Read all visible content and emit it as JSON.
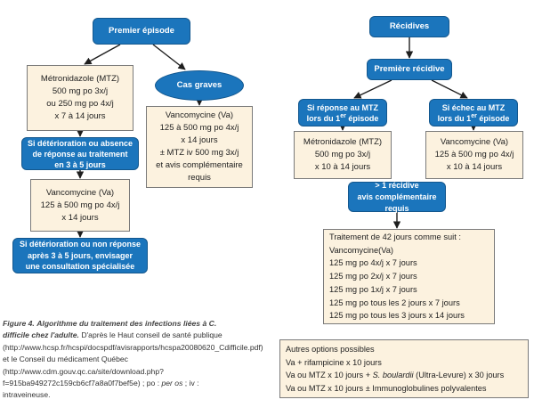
{
  "colors": {
    "blue_box": "#1b75bc",
    "cream_box": "#fcf2df",
    "arrow": "#1e1e1e"
  },
  "left": {
    "premier_episode": "Premier épisode",
    "mtz": [
      "Métronidazole (MTZ)",
      "500 mg po 3x/j",
      "ou 250 mg po 4x/j",
      "x 7 à 14 jours"
    ],
    "cas_graves": "Cas graves",
    "vanco_graves": [
      "Vancomycine (Va)",
      "125 à 500 mg po 4x/j",
      "x 14 jours",
      "± MTZ iv 500 mg 3x/j",
      "et avis complémentaire",
      "requis"
    ],
    "deterioration1": [
      "Si détérioration ou absence",
      "de réponse au traitement",
      "en 3 à 5 jours"
    ],
    "vanco2": [
      "Vancomycine (Va)",
      "125 à 500 mg po 4x/j",
      "x 14 jours"
    ],
    "deterioration2": [
      "Si détérioration ou non réponse",
      "après 3 à 5 jours, envisager",
      "une consultation spécialisée"
    ]
  },
  "right": {
    "recidives": "Récidives",
    "premiere_recidive": "Première récidive",
    "si_reponse": {
      "line1": "Si réponse au MTZ",
      "line2_pre": "lors du 1",
      "line2_sup": "er",
      "line2_post": " épisode"
    },
    "si_echec": {
      "line1": "Si échec au MTZ",
      "line2_pre": "lors du 1",
      "line2_sup": "er",
      "line2_post": " épisode"
    },
    "mtz_recidive": [
      "Métronidazole (MTZ)",
      "500 mg po 3x/j",
      "x 10 à 14 jours"
    ],
    "vanco_recidive": [
      "Vancomycine (Va)",
      "125 à 500 mg po 4x/j",
      "x 10 à 14 jours"
    ],
    "plus_recidive": [
      "> 1 récidive",
      "avis complémentaire requis"
    ],
    "traitement_42": [
      "Traitement de 42 jours comme suit :",
      "Vancomycine(Va)",
      "125 mg po 4x/j x 7 jours",
      "125 mg po 2x/j x 7 jours",
      "125 mg po 1x/j x 7 jours",
      "125 mg po tous les 2 jours x 7 jours",
      "125 mg po tous les 3 jours x 14 jours"
    ],
    "autres_options": {
      "l1": "Autres options possibles",
      "l2": "Va + rifampicine x 10 jours",
      "l3_pre": "Va ou MTZ x 10 jours + ",
      "l3_italic": "S. boulardii",
      "l3_post": " (Ultra-Levure) x 30 jours",
      "l4": "Va ou MTZ x 10 jours ± Immunoglobulines polyvalentes"
    }
  },
  "caption": {
    "figure_label": "Figure 4.",
    "title_1": "Algorithme du traitement des infections liées à",
    "title_2": "C. difficile chez l'adulte.",
    "body": "D'après le Haut conseil de santé publique (http://www.hcsp.fr/hcspi/docspdf/avisrapports/hcspa20080620_Cdifficile.pdf) et le Conseil du médicament Québec (http://www.cdm.gouv.qc.ca/site/download.php?f=915ba949272c159cb6cf7a8a0f7bef5e) ; po : ",
    "per_os": "per os",
    "body_end": " ; iv : intraveineuse."
  }
}
